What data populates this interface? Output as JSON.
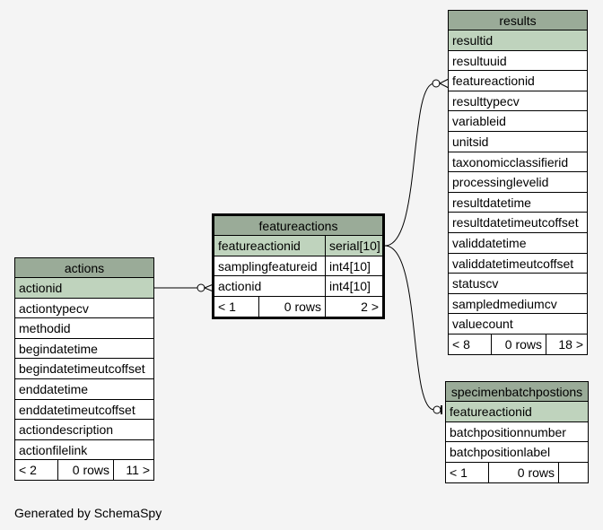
{
  "tables": {
    "actions": {
      "name": "actions",
      "columns": [
        "actionid",
        "actiontypecv",
        "methodid",
        "begindatetime",
        "begindatetimeutcoffset",
        "enddatetime",
        "enddatetimeutcoffset",
        "actiondescription",
        "actionfilelink"
      ],
      "footer": {
        "parents": "< 2",
        "rows": "0 rows",
        "children": "11 >"
      }
    },
    "featureactions": {
      "name": "featureactions",
      "columns": [
        {
          "name": "featureactionid",
          "type": "serial[10]"
        },
        {
          "name": "samplingfeatureid",
          "type": "int4[10]"
        },
        {
          "name": "actionid",
          "type": "int4[10]"
        }
      ],
      "footer": {
        "parents": "< 1",
        "rows": "0 rows",
        "children": "2 >"
      }
    },
    "results": {
      "name": "results",
      "columns": [
        "resultid",
        "resultuuid",
        "featureactionid",
        "resulttypecv",
        "variableid",
        "unitsid",
        "taxonomicclassifierid",
        "processinglevelid",
        "resultdatetime",
        "resultdatetimeutcoffset",
        "validdatetime",
        "validdatetimeutcoffset",
        "statuscv",
        "sampledmediumcv",
        "valuecount"
      ],
      "footer": {
        "parents": "< 8",
        "rows": "0 rows",
        "children": "18 >"
      }
    },
    "specimenbatchpostions": {
      "name": "specimenbatchpostions",
      "columns": [
        "featureactionid",
        "batchpositionnumber",
        "batchpositionlabel"
      ],
      "footer": {
        "parents": "< 1",
        "rows": "0 rows",
        "children": ""
      }
    }
  },
  "generated_by": "Generated by SchemaSpy"
}
